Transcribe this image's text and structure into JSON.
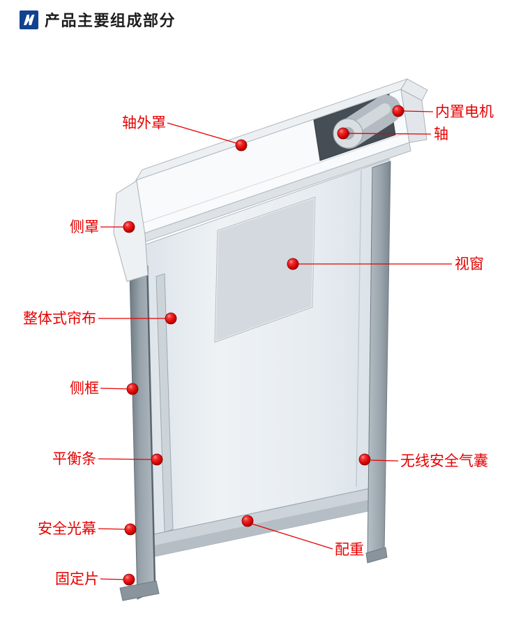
{
  "header": {
    "title": "产品主要组成部分",
    "icon": "blue-ribbon-logo-icon"
  },
  "diagram": {
    "subject": "high-speed-roller-door-components",
    "labels": [
      {
        "id": "shaft-cover",
        "text": "轴外罩",
        "side": "left"
      },
      {
        "id": "built-in-motor",
        "text": "内置电机",
        "side": "right"
      },
      {
        "id": "shaft",
        "text": "轴",
        "side": "right"
      },
      {
        "id": "side-cover",
        "text": "侧罩",
        "side": "left"
      },
      {
        "id": "window",
        "text": "视窗",
        "side": "right"
      },
      {
        "id": "integral-curtain",
        "text": "整体式帘布",
        "side": "left"
      },
      {
        "id": "side-frame",
        "text": "侧框",
        "side": "left"
      },
      {
        "id": "balance-bar",
        "text": "平衡条",
        "side": "left"
      },
      {
        "id": "wireless-airbag",
        "text": "无线安全气囊",
        "side": "right"
      },
      {
        "id": "safety-light-curtain",
        "text": "安全光幕",
        "side": "left"
      },
      {
        "id": "counterweight",
        "text": "配重",
        "side": "right"
      },
      {
        "id": "fixing-plate",
        "text": "固定片",
        "side": "left"
      }
    ]
  },
  "colors": {
    "label_red": "#e60000",
    "icon_blue": "#12418f",
    "title_text": "#1d1d1d"
  }
}
